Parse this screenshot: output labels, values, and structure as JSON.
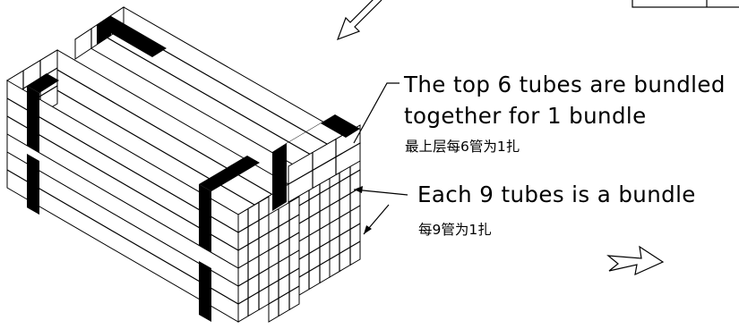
{
  "annotations": {
    "top_bundle": {
      "en": "The top 6 tubes are bundled together for 1 bundle",
      "en_line1": "The top 6 tubes are bundled",
      "en_line2": "together for 1 bundle",
      "cn": "最上层每6管为1扎"
    },
    "nine_bundle": {
      "en": "Each 9 tubes is a bundle",
      "cn": "每9管为1扎"
    }
  },
  "colors": {
    "line": "#000000",
    "background": "#ffffff",
    "strap": "#000000"
  }
}
